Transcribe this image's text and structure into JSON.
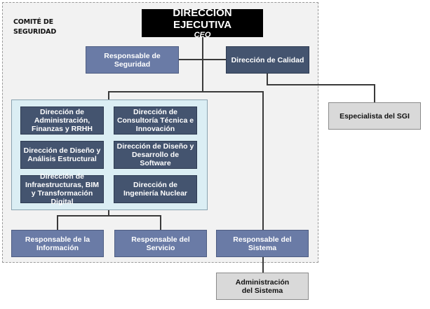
{
  "committee": {
    "label_line1": "COMITÉ DE",
    "label_line2": "SEGURIDAD"
  },
  "ceo": {
    "title": "DIRECCIÓN EJECUTIVA",
    "subtitle": "CEO"
  },
  "staff": {
    "security_owner": "Responsable de Seguridad",
    "quality_direction": "Dirección de Calidad",
    "sgi_specialist": "Especialista del SGI"
  },
  "directorates": [
    "Dirección de Administración, Finanzas y RRHH",
    "Dirección de Consultoría Técnica e Innovación",
    "Dirección de Diseño y Análisis Estructural",
    "Dirección de Diseño y Desarrollo de Software",
    "Dirección de Infraestructuras, BIM y Transformación Digital",
    "Dirección de Ingeniería Nuclear"
  ],
  "bottom": {
    "information_owner": "Responsable de la Información",
    "service_owner": "Responsable del Servicio",
    "system_owner": "Responsable del Sistema",
    "system_admin": "Administración del Sistema"
  },
  "colors": {
    "dark_box": "#44546f",
    "mid_box": "#6a7ba6",
    "grey_box": "#d9d9d9",
    "container": "#dbeef4",
    "ceo_box": "#000000"
  }
}
